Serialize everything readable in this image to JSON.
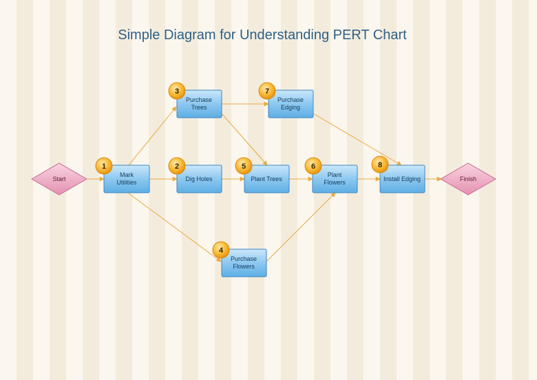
{
  "title": "Simple Diagram for Understanding PERT Chart",
  "start": {
    "label": "Start"
  },
  "finish": {
    "label": "Finish"
  },
  "tasks": [
    {
      "number": "1",
      "lines": [
        "Mark",
        "Utilities"
      ]
    },
    {
      "number": "2",
      "lines": [
        "Dig Holes"
      ]
    },
    {
      "number": "3",
      "lines": [
        "Purchase",
        "Trees"
      ]
    },
    {
      "number": "4",
      "lines": [
        "Purchase",
        "Flowers"
      ]
    },
    {
      "number": "5",
      "lines": [
        "Plant Trees"
      ]
    },
    {
      "number": "6",
      "lines": [
        "Plant",
        "Flowers"
      ]
    },
    {
      "number": "7",
      "lines": [
        "Purchase",
        "Edging"
      ]
    },
    {
      "number": "8",
      "lines": [
        "Install Edging"
      ]
    }
  ],
  "colors": {
    "task_fill": "#8dc8f0",
    "task_stroke": "#3f86c2",
    "diamond_fill": "#eea8c2",
    "badge_fill": "#f8b52e",
    "connector": "#e9a93c"
  }
}
